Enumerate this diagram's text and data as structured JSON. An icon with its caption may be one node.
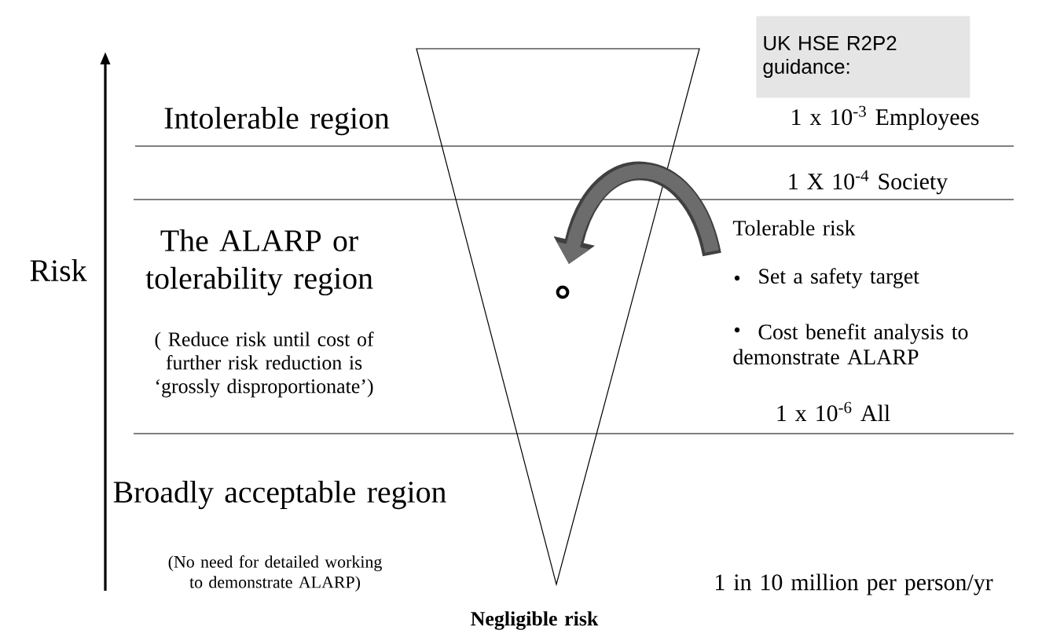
{
  "diagram": {
    "nodes": [
      {
        "text": [
          "UK HSE R2P2 guidance:"
        ]
      }
    ],
    "labels": [
      "Intolerable region",
      "1 x 10$^{-3}$ Employees",
      "1 X 10$^{-4}$ Society",
      "Risk",
      "The ALARP or tolerability region",
      "Tolerable risk",
      "Set a safety target",
      "( Reduce risk until cost of further risk reduction is ‘grossly disproportionate’)",
      "Cost benefit analysis to demonstrate ALARP",
      "1 x 10$^{-6}$ All",
      "Broadly acceptable region",
      "(No need for detailed working to demonstrate ALARP)",
      "1 in 10 million per person/yr",
      "Negligible risk"
    ]
  }
}
